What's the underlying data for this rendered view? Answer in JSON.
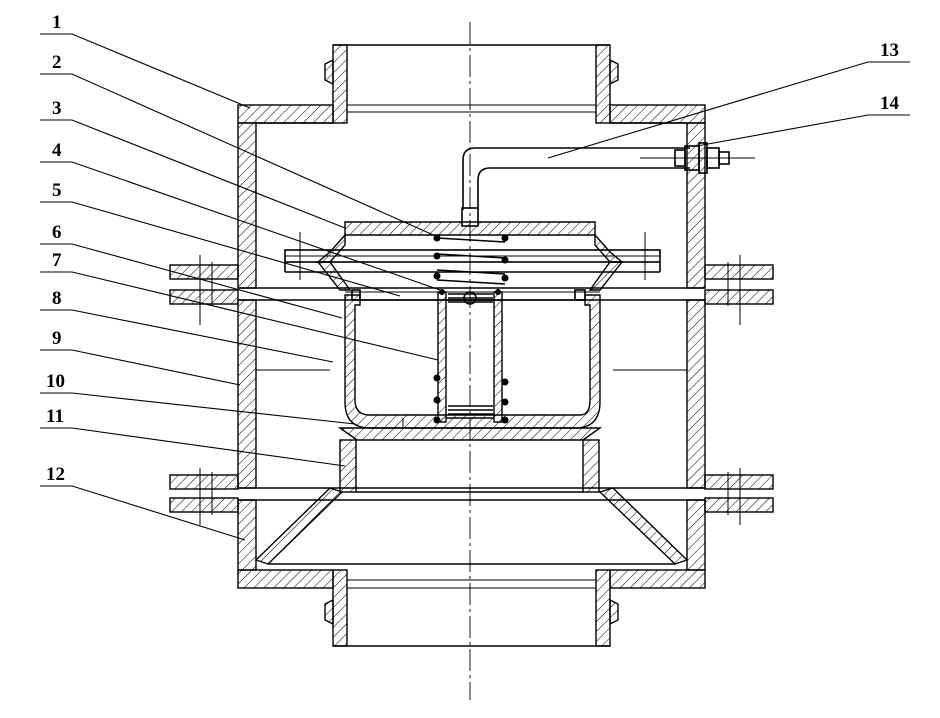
{
  "callouts": [
    {
      "id": "1",
      "text": "1"
    },
    {
      "id": "2",
      "text": "2"
    },
    {
      "id": "3",
      "text": "3"
    },
    {
      "id": "4",
      "text": "4"
    },
    {
      "id": "5",
      "text": "5"
    },
    {
      "id": "6",
      "text": "6"
    },
    {
      "id": "7",
      "text": "7"
    },
    {
      "id": "8",
      "text": "8"
    },
    {
      "id": "9",
      "text": "9"
    },
    {
      "id": "10",
      "text": "10"
    },
    {
      "id": "11",
      "text": "11"
    },
    {
      "id": "12",
      "text": "12"
    },
    {
      "id": "13",
      "text": "13"
    },
    {
      "id": "14",
      "text": "14"
    }
  ],
  "colors": {
    "ink": "#000000",
    "paper": "#ffffff"
  }
}
